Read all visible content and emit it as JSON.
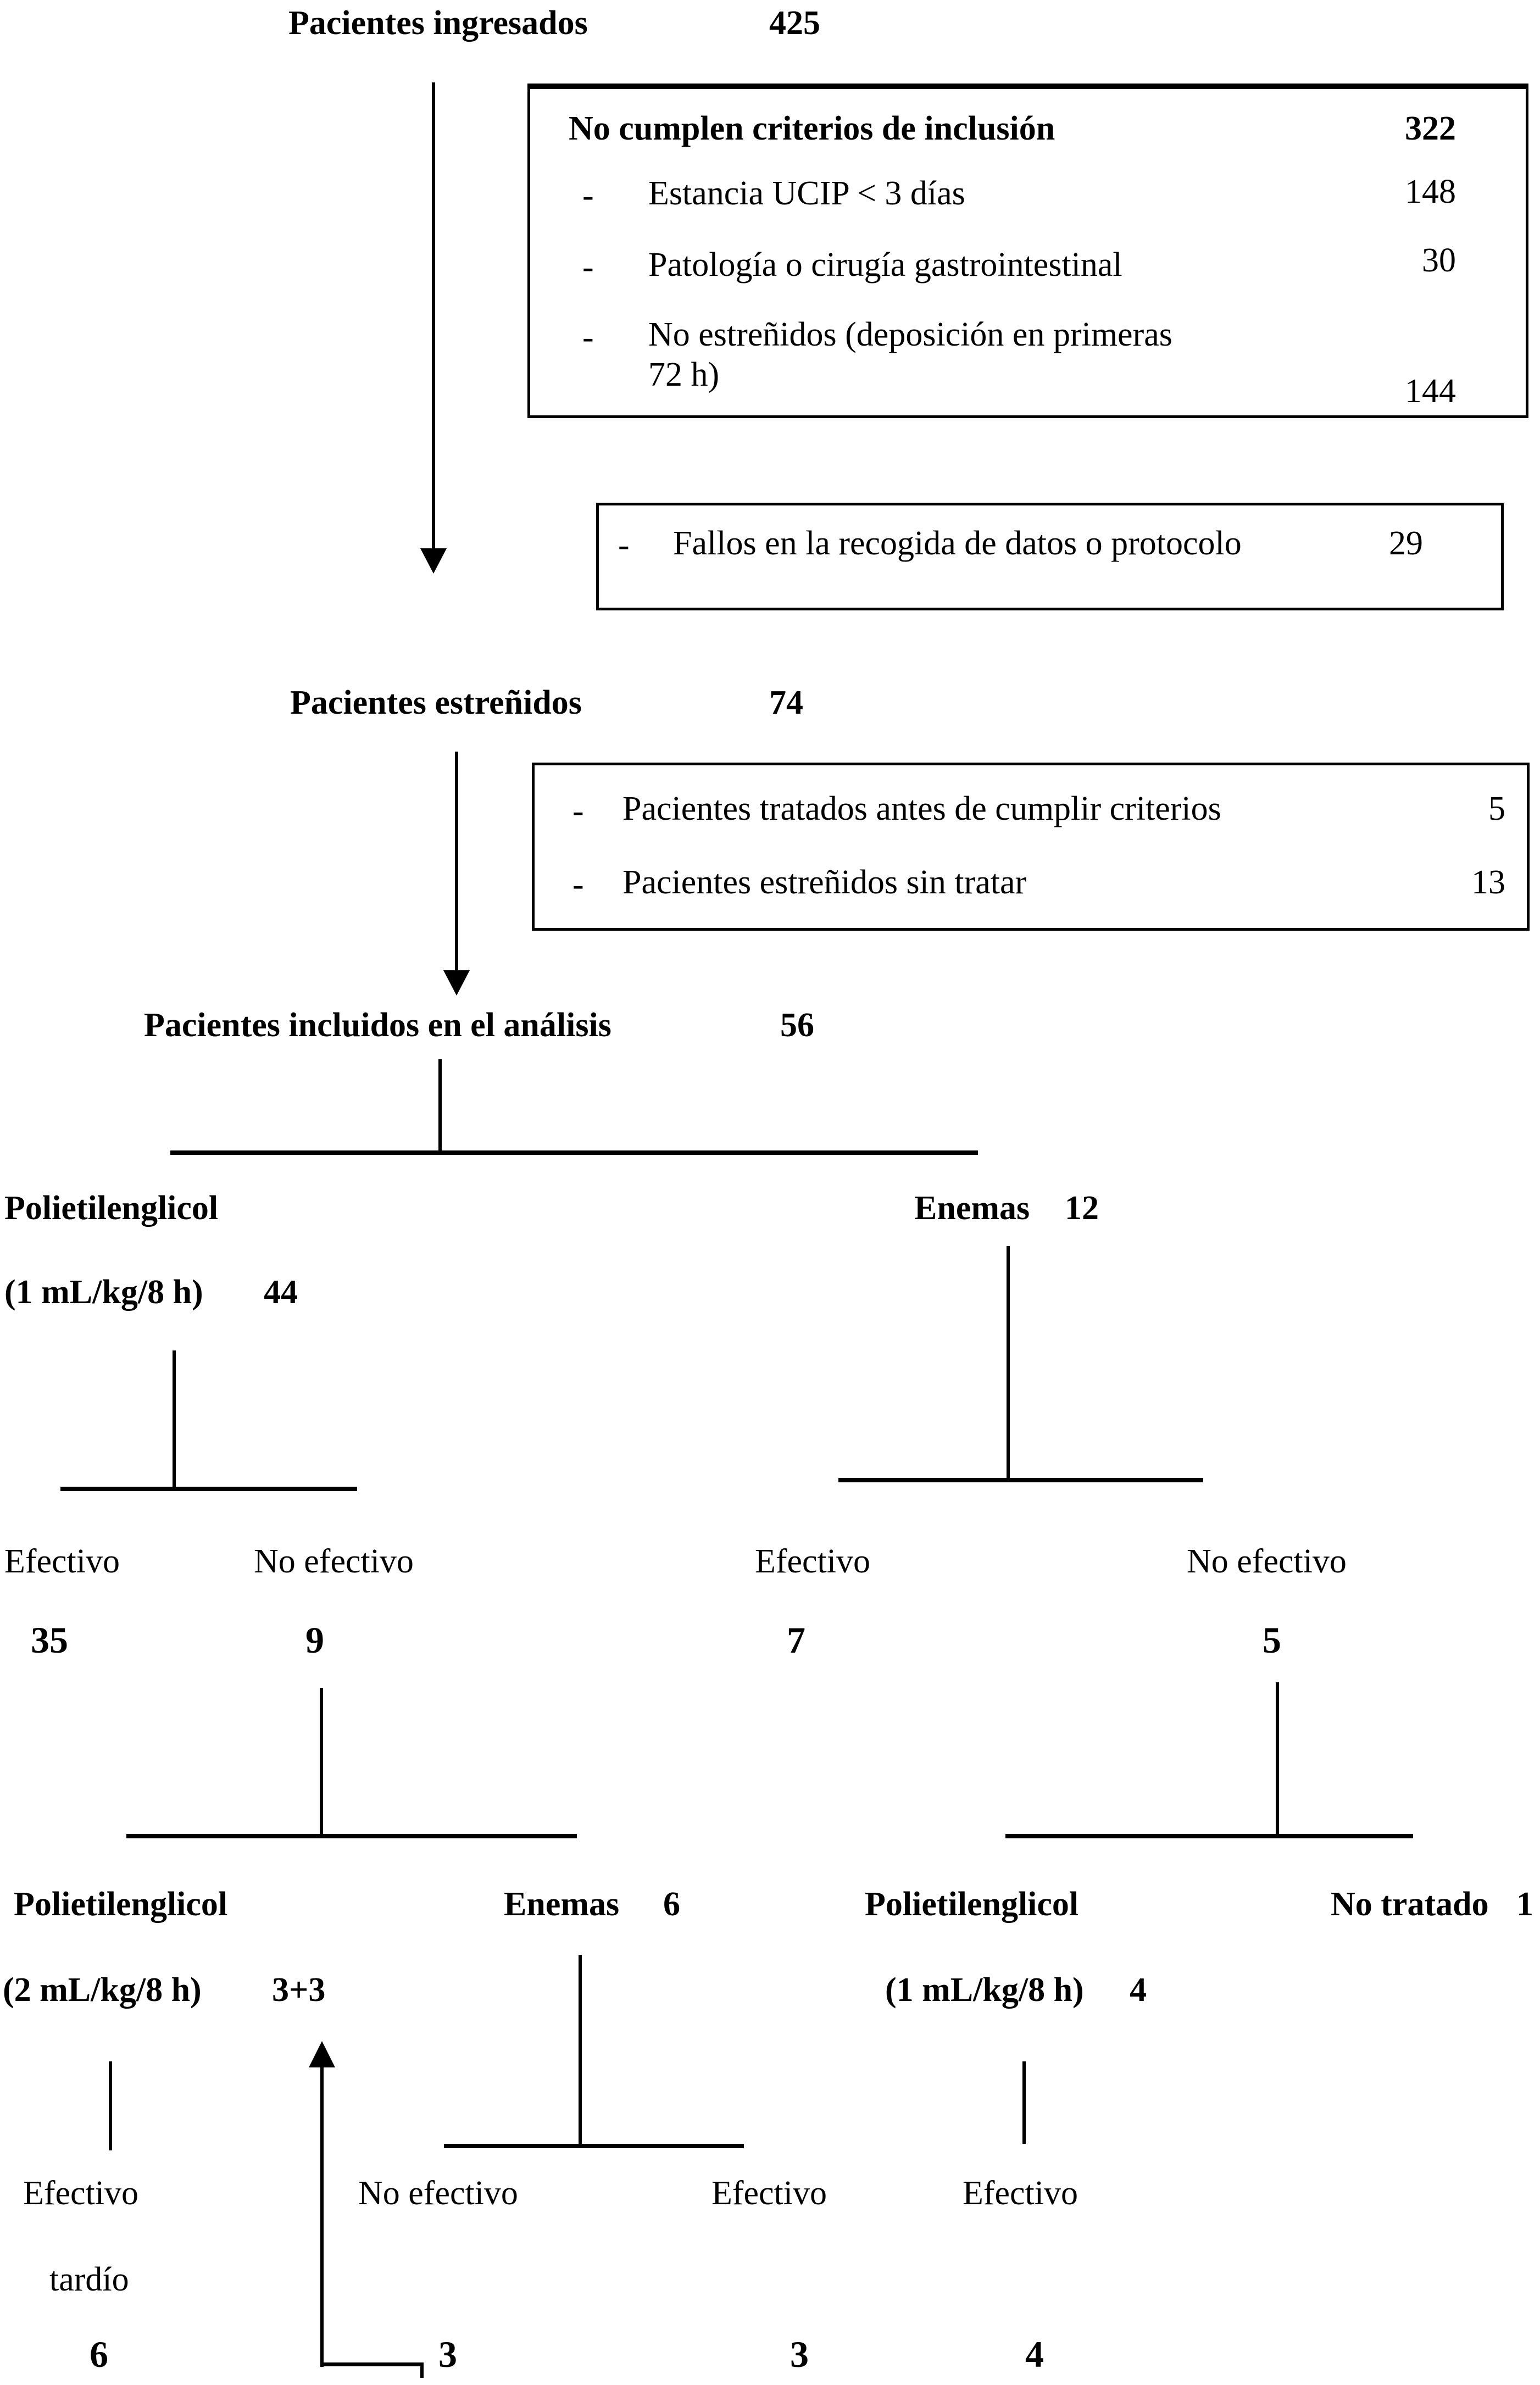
{
  "diagram": {
    "colors": {
      "line": "#000000",
      "background": "#ffffff",
      "text": "#000000"
    },
    "root": {
      "label": "Pacientes ingresados",
      "value": "425"
    },
    "exclusion_box": {
      "title": "No cumplen criterios de inclusión",
      "title_value": "322",
      "items": [
        {
          "bullet": "-",
          "label": "Estancia UCIP < 3 días",
          "value": "148"
        },
        {
          "bullet": "-",
          "label": "Patología o cirugía gastrointestinal",
          "value": "30"
        },
        {
          "bullet": "-",
          "label": "No estreñidos (deposición en primeras",
          "label_line2": "72 h)",
          "value": "144"
        }
      ]
    },
    "dropout_box": {
      "bullet": "-",
      "label": "Fallos en la recogida de datos o protocolo",
      "value": "29"
    },
    "constipated": {
      "label": "Pacientes estreñidos",
      "value": "74"
    },
    "pretreated_box": {
      "items": [
        {
          "bullet": "-",
          "label": "Pacientes tratados antes de cumplir criterios",
          "value": "5"
        },
        {
          "bullet": "-",
          "label": "Pacientes estreñidos sin tratar",
          "value": "13"
        }
      ]
    },
    "analyzed": {
      "label": "Pacientes incluidos en el análisis",
      "value": "56"
    },
    "arm_peg": {
      "label": "Polietilenglicol",
      "dose": "(1 mL/kg/8 h)",
      "value": "44"
    },
    "arm_enemas": {
      "label": "Enemas",
      "value": "12"
    },
    "peg_effective": {
      "label": "Efectivo",
      "value": "35"
    },
    "peg_noneffective": {
      "label": "No efectivo",
      "value": "9"
    },
    "enemas_effective": {
      "label": "Efectivo",
      "value": "7"
    },
    "enemas_noneffective": {
      "label": "No efectivo",
      "value": "5"
    },
    "rescue_peg2": {
      "label": "Polietilenglicol",
      "dose": "(2 mL/kg/8 h)",
      "value": "3+3"
    },
    "rescue_enemas": {
      "label": "Enemas",
      "value": "6"
    },
    "rescue_peg1": {
      "label": "Polietilenglicol",
      "dose": "(1 mL/kg/8 h)",
      "value": "4"
    },
    "untreated": {
      "label": "No tratado",
      "value": "1"
    },
    "late_effective": {
      "label": "Efectivo",
      "label_line2": "tardío",
      "value": "6"
    },
    "rescue_enemas_noneffective": {
      "label": "No efectivo",
      "value": "3"
    },
    "rescue_enemas_effective": {
      "label": "Efectivo",
      "value": "3"
    },
    "rescue_peg1_effective": {
      "label": "Efectivo",
      "value": "4"
    }
  }
}
